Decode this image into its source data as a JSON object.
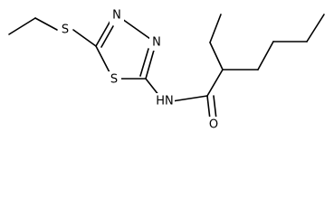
{
  "molecule": {
    "atom_labels": {
      "sulfur_thioether": "S",
      "sulfur_ring": "S",
      "nitrogen_ring_upper": "N",
      "nitrogen_ring_right": "N",
      "amide_nh": "HN",
      "carbonyl_oxygen": "O"
    },
    "colors": {
      "bond": "#000000",
      "text": "#000000",
      "background": "#ffffff"
    }
  }
}
